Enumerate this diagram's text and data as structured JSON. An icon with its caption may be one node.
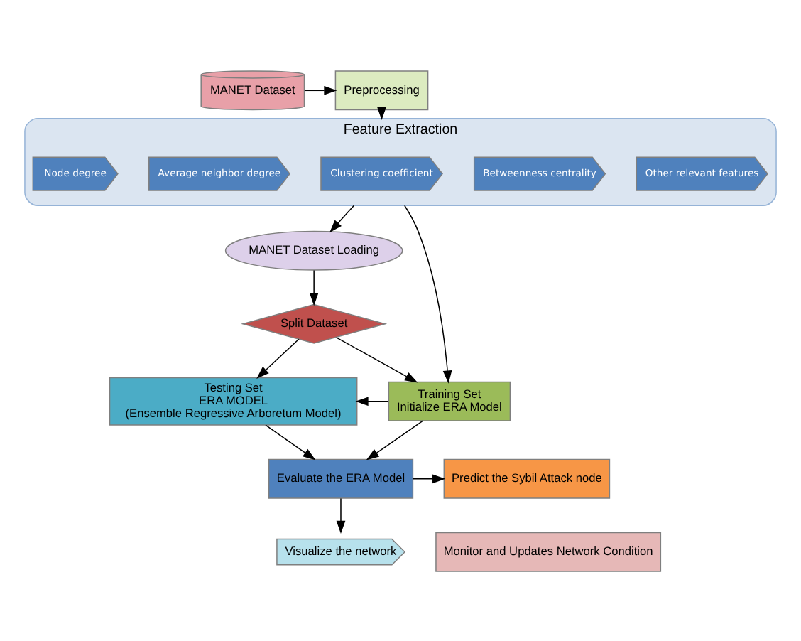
{
  "diagram": {
    "nodes": [
      {
        "text": [
          "MANET Dataset"
        ]
      },
      {
        "text": [
          "Preprocessing"
        ]
      },
      {
        "text": [
          "Feature Extraction"
        ]
      },
      {
        "text": [
          "Node degree"
        ],
        "in": 2
      },
      {
        "text": [
          "Average neighbor degree"
        ],
        "in": 2
      },
      {
        "text": [
          "Clustering coefficient"
        ],
        "in": 2
      },
      {
        "text": [
          "Betweenness centrality"
        ],
        "in": 2
      },
      {
        "text": [
          "Other relevant features"
        ],
        "in": 2
      },
      {
        "text": [
          "MANET Dataset Loading"
        ]
      },
      {
        "text": [
          "Split Dataset"
        ]
      },
      {
        "text": [
          "Testing Set",
          "ERA MODEL",
          "(Ensemble Regressive Arboretum Model)"
        ]
      },
      {
        "text": [
          "Training Set",
          "Initialize ERA Model"
        ]
      },
      {
        "text": [
          "Evaluate the ERA Model"
        ]
      },
      {
        "text": [
          "Predict the Sybil Attack node"
        ]
      },
      {
        "text": [
          "Visualize the network"
        ]
      },
      {
        "text": [
          "Monitor and Updates Network Condition"
        ]
      }
    ],
    "edges": [
      {
        "from": 0,
        "to": 1,
        "arrow": "to"
      },
      {
        "from": 1,
        "to": 2,
        "arrow": "to"
      },
      {
        "from": 2,
        "to": 8,
        "arrow": "to"
      },
      {
        "from": 2,
        "to": 11,
        "arrow": "to"
      },
      {
        "from": 8,
        "to": 9,
        "arrow": "to"
      },
      {
        "from": 9,
        "to": 10,
        "arrow": "to"
      },
      {
        "from": 9,
        "to": 11,
        "arrow": "to"
      },
      {
        "from": 11,
        "to": 10,
        "arrow": "to"
      },
      {
        "from": 10,
        "to": 12,
        "arrow": "to"
      },
      {
        "from": 11,
        "to": 12,
        "arrow": "to"
      },
      {
        "from": 12,
        "to": 13,
        "arrow": "to"
      },
      {
        "from": 12,
        "to": 14,
        "arrow": "to"
      }
    ]
  }
}
